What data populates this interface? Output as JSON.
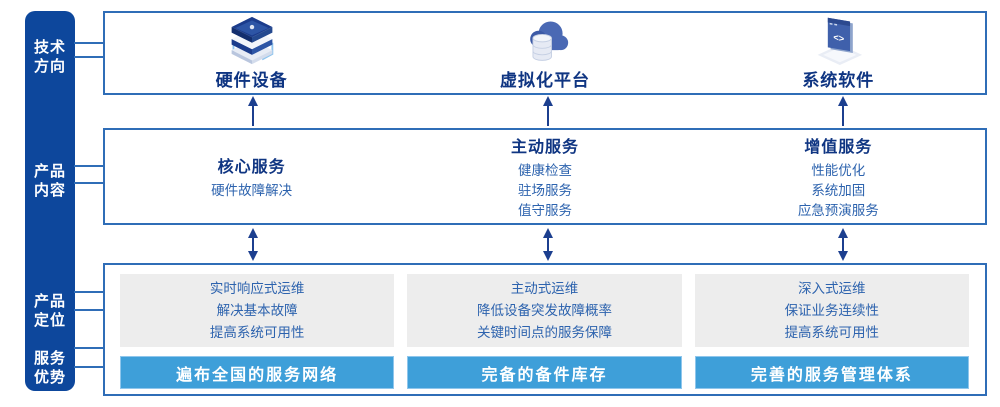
{
  "colors": {
    "sidebar_bg": "#0d479c",
    "panel_border": "#2f6db7",
    "heading_text": "#0f3582",
    "body_text": "#2d63ae",
    "card_bg": "#ededed",
    "banner_bg": "#3e9fd9",
    "banner_text": "#ffffff",
    "arrow": "#1c3f8f"
  },
  "sidebar": {
    "labels": [
      {
        "text": "技术\n方向"
      },
      {
        "text": "产品\n内容"
      },
      {
        "text": "产品\n定位"
      },
      {
        "text": "服务\n优势"
      }
    ]
  },
  "tech_row": {
    "items": [
      {
        "icon": "server-stack-icon",
        "label": "硬件设备"
      },
      {
        "icon": "cloud-database-icon",
        "label": "虚拟化平台"
      },
      {
        "icon": "code-window-icon",
        "label": "系统软件"
      }
    ]
  },
  "content_row": {
    "columns": [
      {
        "title": "核心服务",
        "items": [
          "硬件故障解决"
        ]
      },
      {
        "title": "主动服务",
        "items": [
          "健康检查",
          "驻场服务",
          "值守服务"
        ]
      },
      {
        "title": "增值服务",
        "items": [
          "性能优化",
          "系统加固",
          "应急预演服务"
        ]
      }
    ]
  },
  "bottom_row": {
    "columns": [
      {
        "positioning": "实时响应式运维\n解决基本故障\n提高系统可用性",
        "advantage": "遍布全国的服务网络"
      },
      {
        "positioning": "主动式运维\n降低设备突发故障概率\n关键时间点的服务保障",
        "advantage": "完备的备件库存"
      },
      {
        "positioning": "深入式运维\n保证业务连续性\n提高系统可用性",
        "advantage": "完善的服务管理体系"
      }
    ]
  }
}
